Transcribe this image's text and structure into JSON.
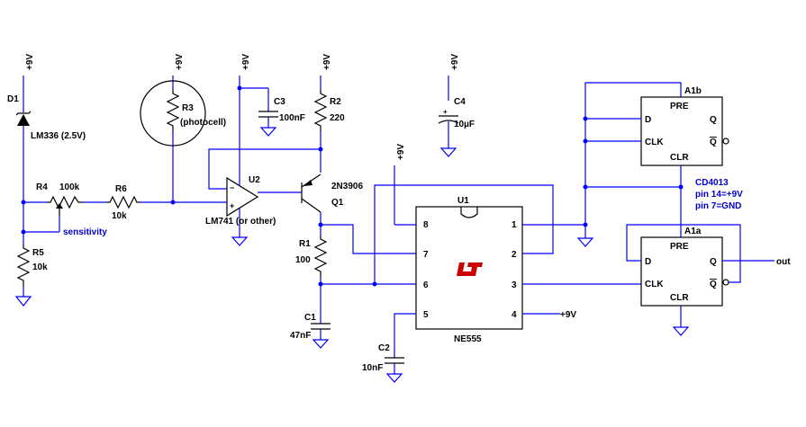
{
  "supply": "+9V",
  "components": {
    "d1_ref": "D1",
    "d1_value": "LM336 (2.5V)",
    "r3_ref": "R3",
    "r3_value": "(photocell)",
    "c3_ref": "C3",
    "c3_value": "100nF",
    "r2_ref": "R2",
    "r2_value": "220",
    "c4_ref": "C4",
    "c4_value": "10µF",
    "r4_ref": "R4",
    "r4_value": "100k",
    "r4_label": "sensitivity",
    "r6_ref": "R6",
    "r6_value": "10k",
    "r5_ref": "R5",
    "r5_value": "10k",
    "u2_ref": "U2",
    "u2_value": "LM741 (or other)",
    "q1_ref": "Q1",
    "q1_value": "2N3906",
    "r1_ref": "R1",
    "r1_value": "100",
    "c1_ref": "C1",
    "c1_value": "47nF",
    "c2_ref": "C2",
    "c2_value": "10nF",
    "u1_ref": "U1",
    "u1_value": "NE555",
    "a1b_ref": "A1b",
    "a1a_ref": "A1a"
  },
  "ne555_pins": [
    "8",
    "7",
    "6",
    "5",
    "1",
    "2",
    "3",
    "4"
  ],
  "flipflop_pins": {
    "pre": "PRE",
    "clr": "CLR",
    "d": "D",
    "clk": "CLK",
    "q": "Q",
    "qbar": "Q"
  },
  "note": {
    "line1": "CD4013",
    "line2": "pin 14=+9V",
    "line3": "pin 7=GND"
  },
  "output_label": "out",
  "pin4_supply": "+9V"
}
